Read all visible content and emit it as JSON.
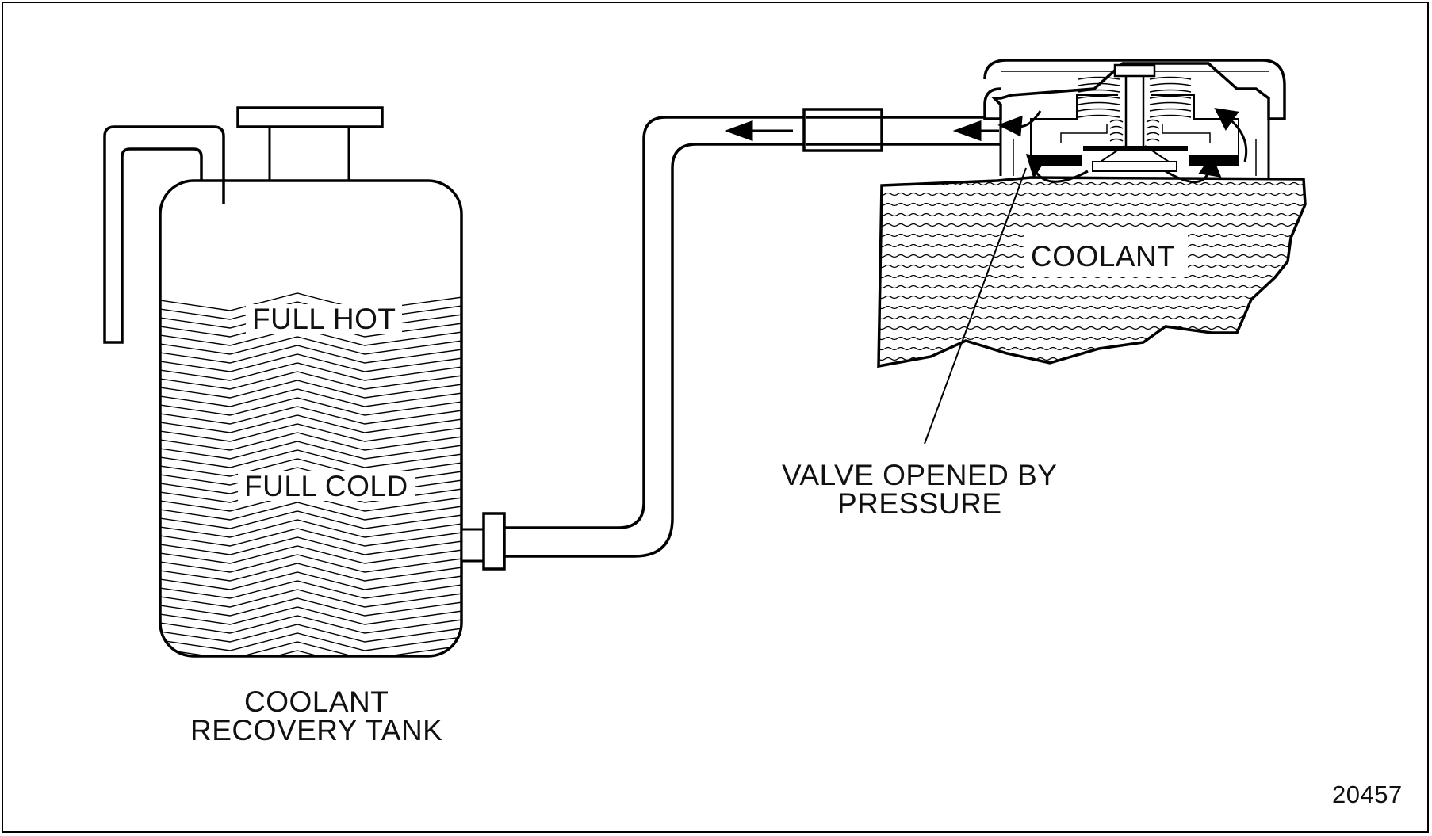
{
  "labels": {
    "full_hot": "FULL HOT",
    "full_cold": "FULL COLD",
    "coolant": "COOLANT",
    "valve_line1": "VALVE OPENED BY",
    "valve_line2": "PRESSURE",
    "tank_line1": "COOLANT",
    "tank_line2": "RECOVERY TANK",
    "figure_number": "20457"
  },
  "colors": {
    "line": "#000000",
    "background": "#ffffff"
  }
}
